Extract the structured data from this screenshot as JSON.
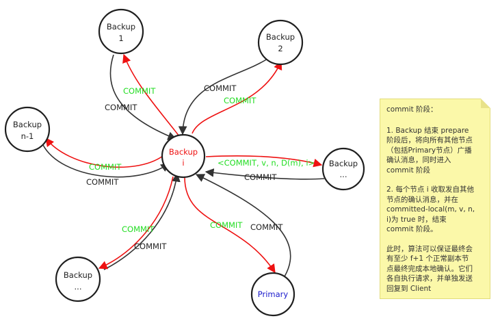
{
  "nodes": {
    "backup1": [
      "Backup",
      "1"
    ],
    "backup2": [
      "Backup",
      "2"
    ],
    "backupn1": [
      "Backup",
      "n-1"
    ],
    "backupi": [
      "Backup",
      "i"
    ],
    "backup_right": [
      "Backup",
      "..."
    ],
    "backup_bottom": [
      "Backup",
      "..."
    ],
    "primary": [
      "Primary"
    ]
  },
  "colors": {
    "black_label": "#222222",
    "green_label": "#22dd22",
    "red_label": "#ee1111",
    "primary_label": "#1a1acc",
    "note_bg": "#fbf8a9"
  },
  "edges": {
    "commit": "COMMIT",
    "broadcast": "<COMMIT, v, n, D(m), i>"
  },
  "note": {
    "title": "commit 阶段：",
    "step1": [
      "1. Backup 结束 prepare",
      "阶段后，将向所有其他节点",
      "（包括Primary节点）广播",
      "确认消息，同时进入",
      "commit 阶段"
    ],
    "step2": [
      "2. 每个节点 i 收取发自其他",
      "节点的确认消息，并在",
      "committed-local(m, v, n,",
      "i)为 true 时，结束",
      "commit 阶段。"
    ],
    "summary": [
      "此时，算法可以保证最终会",
      "有至少 f+1 个正常副本节",
      "点最终完成本地确认。它们",
      "各自执行请求，并单独发送",
      "回复到 Client"
    ]
  }
}
